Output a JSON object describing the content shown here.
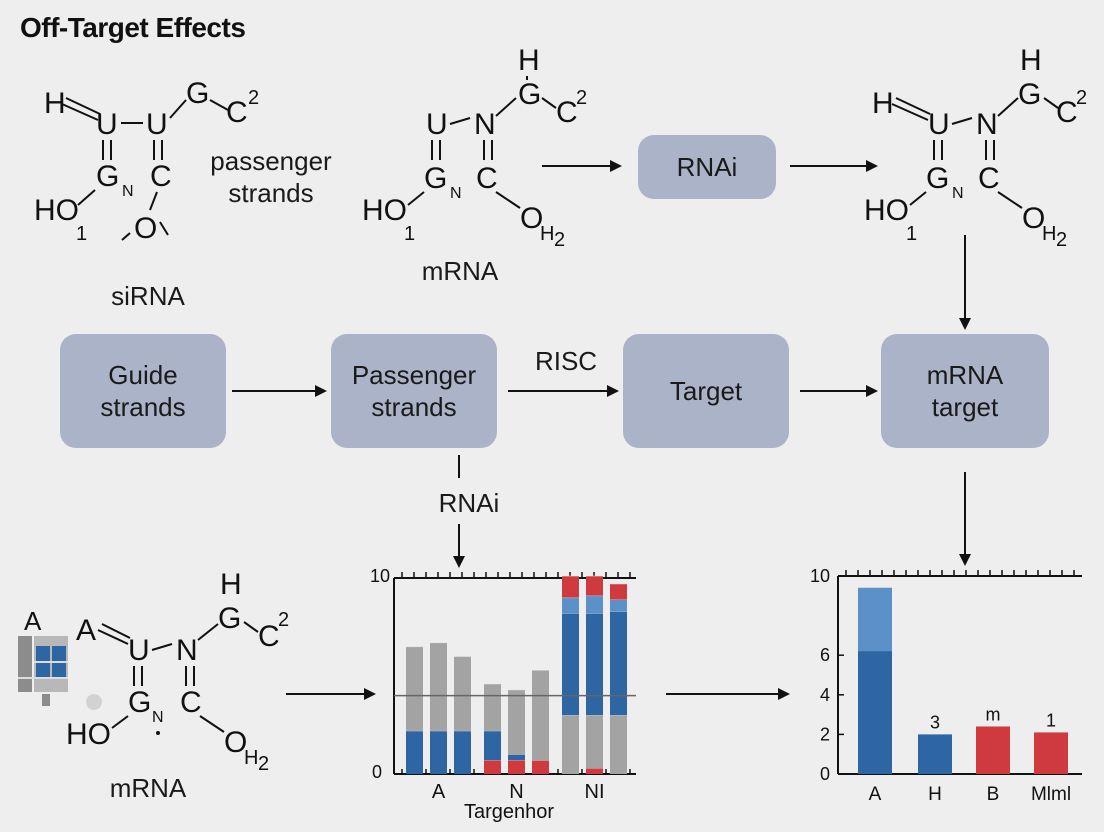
{
  "title": "Off-Target Effects",
  "molecules": {
    "sirna": {
      "label": "siRNA",
      "side_label": "passenger\nstrands",
      "atoms": {
        "h": "H",
        "u1": "U",
        "u2": "U",
        "g": "G",
        "c2": "C",
        "c2_sup": "2",
        "g2": "G",
        "n": "N",
        "c": "C",
        "ho": "HO",
        "one": "1",
        "o": "O"
      }
    },
    "mrna_top": {
      "label": "mRNA",
      "atoms": {
        "h": "H",
        "u": "U",
        "n": "N",
        "g": "G",
        "c2": "C",
        "c2_sup": "2",
        "g2": "G",
        "nsub": "N",
        "c": "C",
        "ho": "HO",
        "one": "1",
        "o": "O",
        "h2": "H",
        "two": "2"
      }
    },
    "right_top": {
      "atoms": {
        "h_top": "H",
        "h": "H",
        "u": "U",
        "n": "N",
        "g": "G",
        "c2": "C",
        "c2_sup": "2",
        "g2": "G",
        "nsub": "N",
        "c": "C",
        "ho": "HO",
        "one": "1",
        "o": "O",
        "h2": "H",
        "two": "2"
      }
    },
    "mrna_bottom": {
      "label": "mRNA",
      "atoms": {
        "a_block": "A",
        "a": "A",
        "h": "H",
        "u": "U",
        "n": "N",
        "g": "G",
        "c2": "C",
        "c2_sup": "2",
        "g2": "G",
        "nsub": "N",
        "c": "C",
        "ho": "HO",
        "o": "O",
        "h2": "H",
        "two": "2"
      }
    }
  },
  "boxes": {
    "rnai_top": "RNAi",
    "guide": "Guide\nstrands",
    "passenger": "Passenger\nstrands",
    "target": "Target",
    "mrna_target": "mRNA\ntarget"
  },
  "labels": {
    "risc": "RISC",
    "rnai_mid": "RNAi"
  },
  "colors": {
    "box": "#aab3c7",
    "blue": "#2e65a3",
    "light_blue": "#5b90c9",
    "red": "#cf3a3f",
    "gray": "#a3a3a3"
  },
  "chart_data": [
    {
      "type": "bar",
      "stacked": true,
      "ylim": [
        0,
        10
      ],
      "ytick_labels": [
        "10",
        "0"
      ],
      "categories": [
        "A",
        "N",
        "NI"
      ],
      "xlabel": "Targenhor",
      "reference_line": 4,
      "grid": false,
      "groups": [
        {
          "category": "A",
          "bars": [
            {
              "segments": [
                {
                  "color": "blue",
                  "value": 2.2
                },
                {
                  "color": "gray",
                  "value": 4.3
                }
              ]
            },
            {
              "segments": [
                {
                  "color": "blue",
                  "value": 2.2
                },
                {
                  "color": "gray",
                  "value": 4.5
                }
              ]
            },
            {
              "segments": [
                {
                  "color": "blue",
                  "value": 2.2
                },
                {
                  "color": "gray",
                  "value": 3.8
                }
              ]
            }
          ]
        },
        {
          "category": "N",
          "bars": [
            {
              "segments": [
                {
                  "color": "red",
                  "value": 0.7
                },
                {
                  "color": "blue",
                  "value": 1.5
                },
                {
                  "color": "gray",
                  "value": 2.4
                }
              ]
            },
            {
              "segments": [
                {
                  "color": "red",
                  "value": 0.7
                },
                {
                  "color": "blue",
                  "value": 0.3
                },
                {
                  "color": "gray",
                  "value": 3.3
                }
              ]
            },
            {
              "segments": [
                {
                  "color": "red",
                  "value": 0.7
                },
                {
                  "color": "gray",
                  "value": 4.6
                }
              ]
            }
          ]
        },
        {
          "category": "NI",
          "bars": [
            {
              "segments": [
                {
                  "color": "gray",
                  "value": 3.0
                },
                {
                  "color": "blue",
                  "value": 5.2
                },
                {
                  "color": "light_blue",
                  "value": 0.8
                },
                {
                  "color": "red",
                  "value": 1.1
                }
              ]
            },
            {
              "segments": [
                {
                  "color": "red",
                  "value": 0.3
                },
                {
                  "color": "gray",
                  "value": 2.7
                },
                {
                  "color": "blue",
                  "value": 5.2
                },
                {
                  "color": "light_blue",
                  "value": 0.9
                },
                {
                  "color": "red",
                  "value": 1.0
                }
              ]
            },
            {
              "segments": [
                {
                  "color": "gray",
                  "value": 3.0
                },
                {
                  "color": "blue",
                  "value": 5.3
                },
                {
                  "color": "light_blue",
                  "value": 0.6
                },
                {
                  "color": "red",
                  "value": 0.8
                }
              ]
            }
          ]
        }
      ]
    },
    {
      "type": "bar",
      "ylim": [
        0,
        10
      ],
      "ytick_labels": [
        "10",
        "6",
        "4",
        "2",
        "0"
      ],
      "ytick_values": [
        10,
        6,
        4,
        2,
        0
      ],
      "categories": [
        "A",
        "H",
        "B",
        "Mlml"
      ],
      "data_labels": [
        "",
        "3",
        "m",
        "1"
      ],
      "values": [
        9.4,
        2.0,
        2.4,
        2.1
      ],
      "stack_light_blue_A": 3.2,
      "bar_colors": [
        "blue",
        "blue",
        "red",
        "red"
      ],
      "grid": false
    }
  ]
}
